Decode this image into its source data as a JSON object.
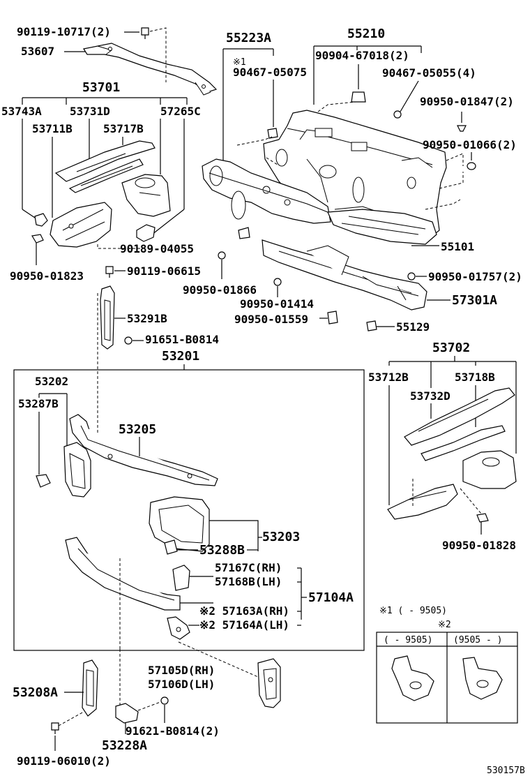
{
  "labels": {
    "l_90119_10717": "90119-10717(2)",
    "l_53607": "53607",
    "l_55223A": "55223A",
    "l_note1a": "※1",
    "l_90467_05075": "90467-05075",
    "l_55210": "55210",
    "l_90904_67018": "90904-67018(2)",
    "l_90467_05055": "90467-05055(4)",
    "l_53701": "53701",
    "l_53743A": "53743A",
    "l_53731D": "53731D",
    "l_57265C": "57265C",
    "l_53711B": "53711B",
    "l_53717B": "53717B",
    "l_90950_01847": "90950-01847(2)",
    "l_90950_01066": "90950-01066(2)",
    "l_90189_04055": "90189-04055",
    "l_55101": "55101",
    "l_90950_01823": "90950-01823",
    "l_90119_06615": "90119-06615",
    "l_90950_01866": "90950-01866",
    "l_90950_01757": "90950-01757(2)",
    "l_90950_01414": "90950-01414",
    "l_57301A": "57301A",
    "l_90950_01559": "90950-01559",
    "l_55129": "55129",
    "l_53291B": "53291B",
    "l_91651_B0814": "91651-B0814",
    "l_53201": "53201",
    "l_53702": "53702",
    "l_53202": "53202",
    "l_53712B": "53712B",
    "l_53718B": "53718B",
    "l_53287B": "53287B",
    "l_53732D": "53732D",
    "l_53205": "53205",
    "l_53203": "53203",
    "l_53288B": "53288B",
    "l_90950_01828": "90950-01828",
    "l_57167C": "57167C(RH)",
    "l_57168B": "57168B(LH)",
    "l_57104A": "57104A",
    "l_57163A": "※2 57163A(RH)",
    "l_57164A": "※2 57164A(LH)",
    "l_57105D": "57105D(RH)",
    "l_57106D": "57106D(LH)",
    "l_53208A": "53208A",
    "l_91621_B0814": "91621-B0814(2)",
    "l_53228A": "53228A",
    "l_90119_06010": "90119-06010(2)",
    "l_ref": "530157B"
  },
  "legend": {
    "note1": "※1 (  - 9505)",
    "note2": "※2",
    "col_left": "(  - 9505)",
    "col_right": "(9505 -  )"
  }
}
